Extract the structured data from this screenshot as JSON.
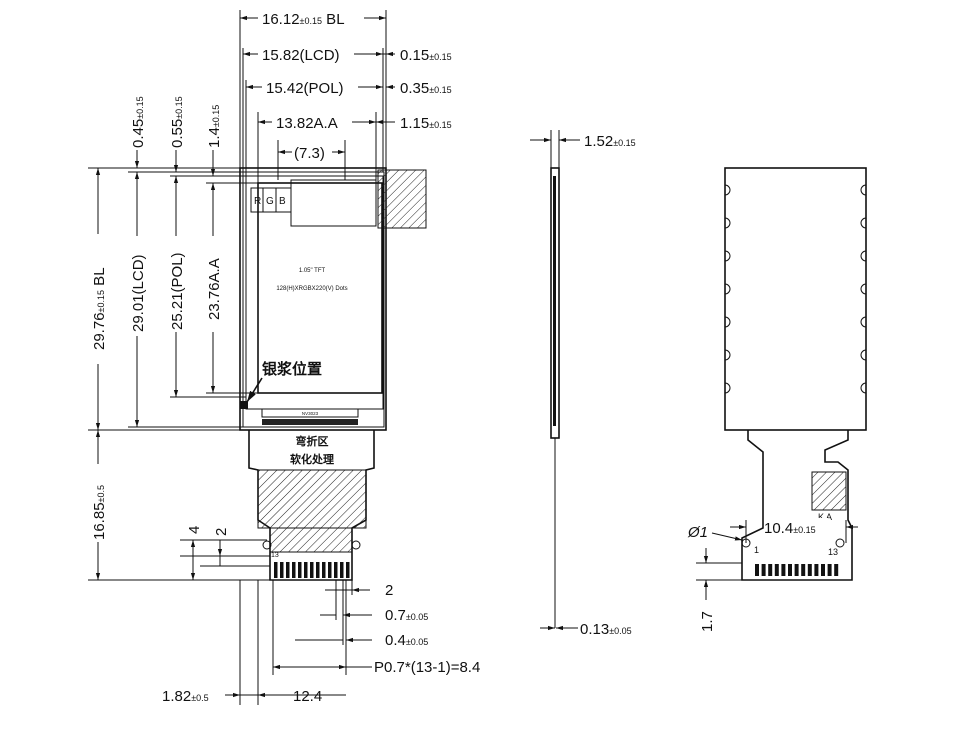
{
  "front_view": {
    "dims_top": [
      {
        "main": "16.12",
        "tol": "±0.15",
        "suffix": " BL"
      },
      {
        "main": "15.82(LCD)",
        "tol": ""
      },
      {
        "main": "15.42(POL)",
        "tol": ""
      },
      {
        "main": "13.82A.A",
        "tol": ""
      },
      {
        "main": "(7.3)",
        "tol": ""
      }
    ],
    "dims_right": [
      {
        "main": "0.15",
        "tol": "±0.15"
      },
      {
        "main": "0.35",
        "tol": "±0.15"
      },
      {
        "main": "1.15",
        "tol": "±0.15"
      }
    ],
    "dims_vertical": [
      {
        "main": "0.45",
        "tol": "±0.15"
      },
      {
        "main": "0.55",
        "tol": "±0.15"
      },
      {
        "main": "1.4",
        "tol": "±0.15"
      },
      {
        "main": "29.76",
        "tol": "±0.15",
        "suffix": " BL"
      },
      {
        "main": "29.01(LCD)",
        "tol": ""
      },
      {
        "main": "25.21(POL)",
        "tol": ""
      },
      {
        "main": "23.76A.A",
        "tol": ""
      },
      {
        "main": "16.85",
        "tol": "±0.5"
      },
      {
        "main": "4",
        "tol": ""
      },
      {
        "main": "2",
        "tol": ""
      }
    ],
    "dims_bottom": [
      {
        "main": "2",
        "tol": ""
      },
      {
        "main": "0.7",
        "tol": "±0.05"
      },
      {
        "main": "0.4",
        "tol": "±0.05"
      },
      {
        "main": "P0.7*(13-1)=8.4",
        "tol": ""
      },
      {
        "main": "1.82",
        "tol": "±0.5"
      },
      {
        "main": "12.4",
        "tol": ""
      }
    ],
    "rgb_labels": [
      "R",
      "G",
      "B"
    ],
    "screen_title": "1.05\" TFT",
    "screen_resolution": "128(H)XRGBX220(V) Dots",
    "silver_paste_label": "银浆位置",
    "bend_label_1": "弯折区",
    "bend_label_2": "软化处理",
    "ic_label": "NV3023",
    "pin_label_13": "13"
  },
  "side_view": {
    "dims": [
      {
        "main": "1.52",
        "tol": "±0.15"
      },
      {
        "main": "0.13",
        "tol": "±0.05"
      }
    ]
  },
  "back_view": {
    "diameter_label": "Ø1",
    "dims": [
      {
        "main": "10.4",
        "tol": "±0.15"
      },
      {
        "main": "1.7",
        "tol": ""
      }
    ],
    "pin_label_1": "1",
    "pin_label_13": "13",
    "ka_label": "K A"
  }
}
